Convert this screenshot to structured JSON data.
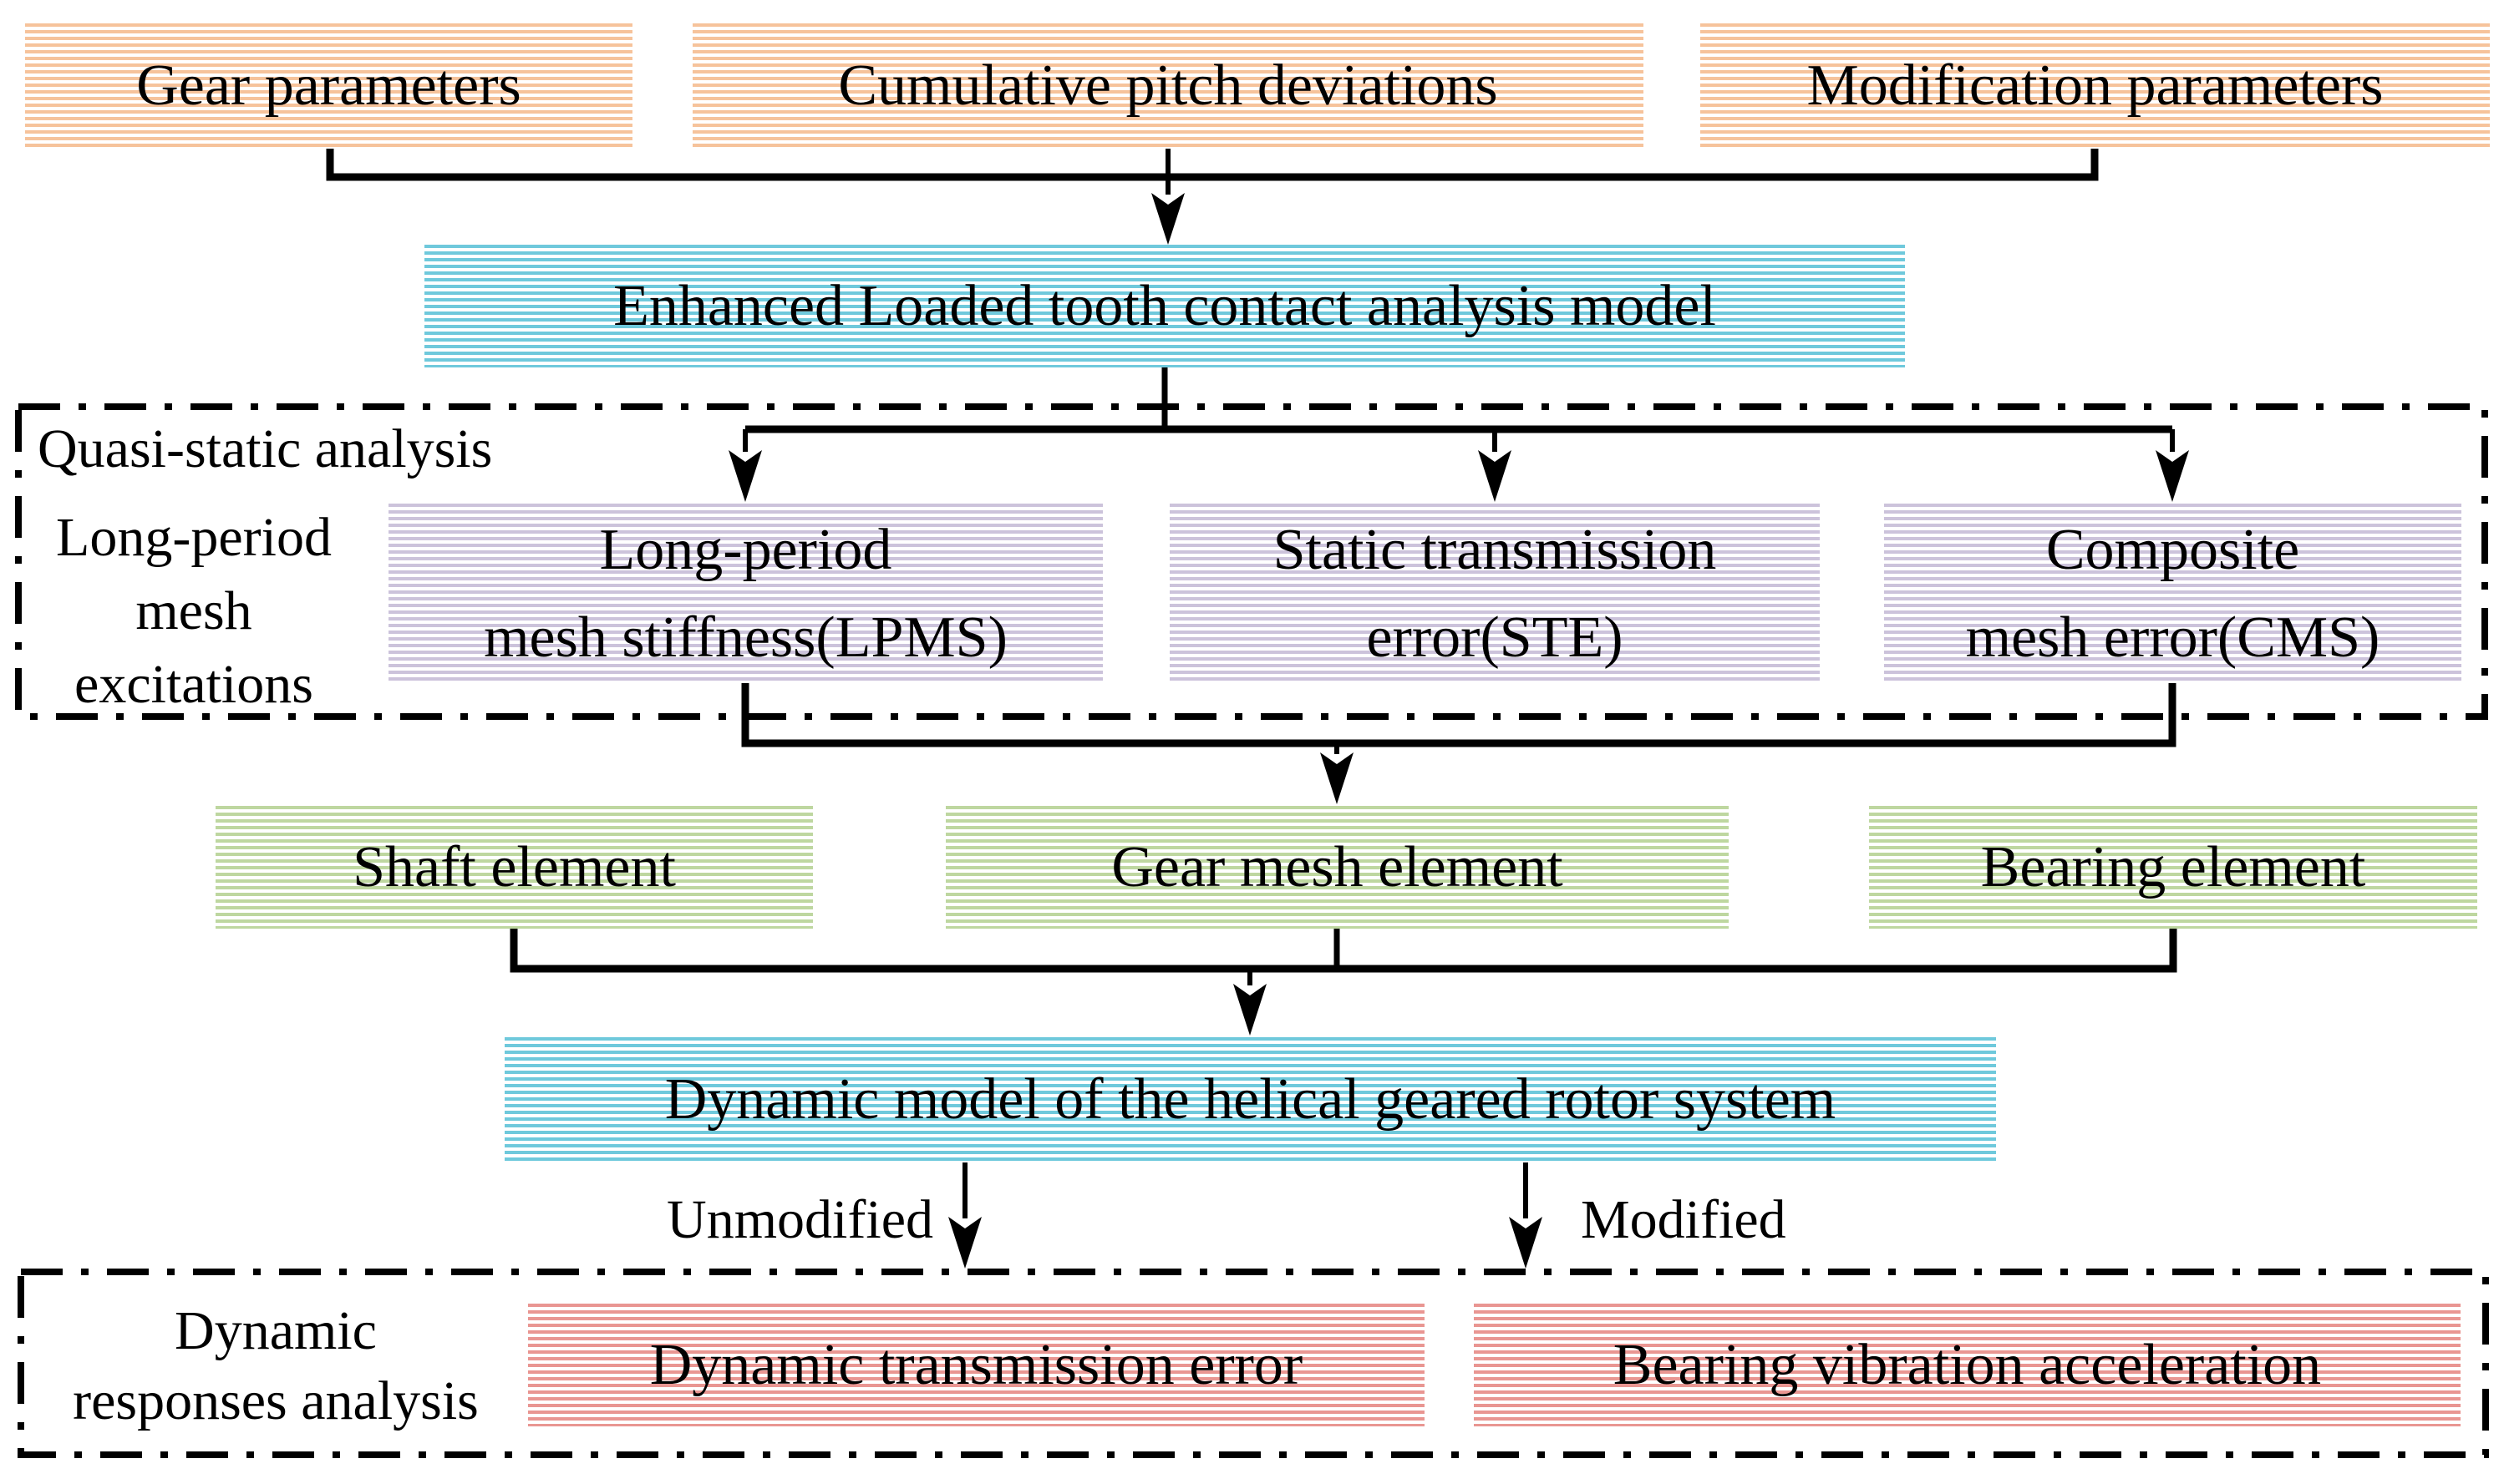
{
  "colors": {
    "orange": "#F6C39B",
    "cyan": "#6FC9DC",
    "purple": "#CCC3DB",
    "green": "#BED7A0",
    "red": "#E99692",
    "line": "#000000"
  },
  "nodes": {
    "gear_parameters": {
      "label": "Gear parameters"
    },
    "cumulative_pitch_deviations": {
      "label": "Cumulative pitch deviations"
    },
    "modification_parameters": {
      "label": "Modification parameters"
    },
    "enhanced_ltca": {
      "label": "Enhanced Loaded tooth contact analysis model"
    },
    "lpms": {
      "lines": [
        "Long-period",
        "mesh stiffness(LPMS)"
      ]
    },
    "ste": {
      "lines": [
        "Static transmission",
        "error(STE)"
      ]
    },
    "cms": {
      "lines": [
        "Composite",
        "mesh error(CMS)"
      ]
    },
    "shaft_element": {
      "label": "Shaft element"
    },
    "gear_mesh_element": {
      "label": "Gear mesh element"
    },
    "bearing_element": {
      "label": "Bearing element"
    },
    "dynamic_model": {
      "label": "Dynamic model of the helical geared rotor system"
    },
    "dynamic_transmission_error": {
      "label": "Dynamic transmission error"
    },
    "bearing_vibration_acceleration": {
      "label": "Bearing vibration acceleration"
    }
  },
  "regions": {
    "quasi_static": {
      "title": "Quasi-static analysis",
      "side_label_lines": [
        "Long-period",
        "mesh",
        "excitations"
      ]
    },
    "dynamic_responses": {
      "label_lines": [
        "Dynamic",
        "responses analysis"
      ]
    }
  },
  "edge_labels": {
    "unmodified": "Unmodified",
    "modified": "Modified"
  }
}
